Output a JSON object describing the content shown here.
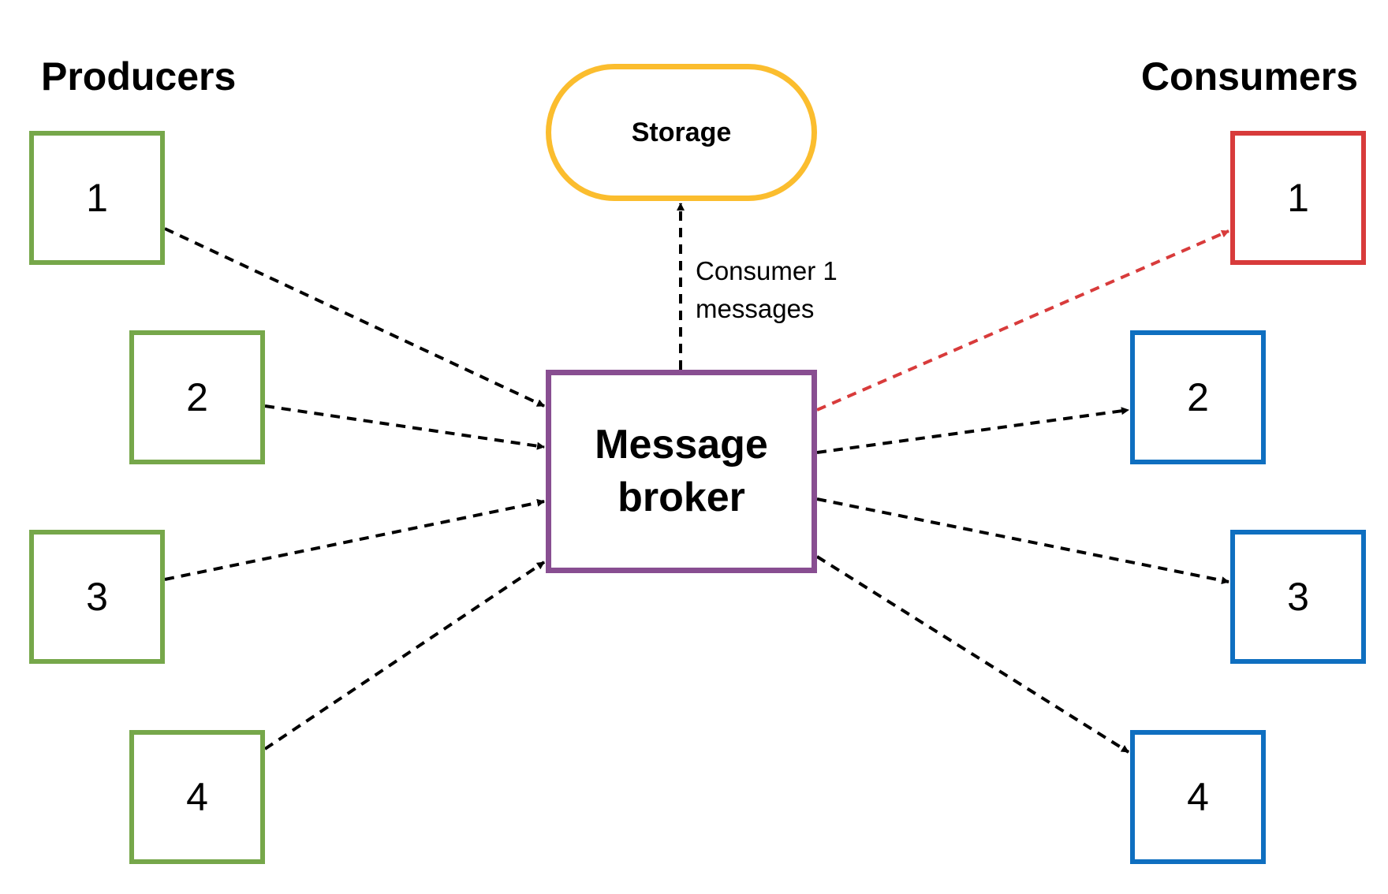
{
  "headings": {
    "producers": "Producers",
    "consumers": "Consumers"
  },
  "producers": [
    {
      "label": "1"
    },
    {
      "label": "2"
    },
    {
      "label": "3"
    },
    {
      "label": "4"
    }
  ],
  "consumers": [
    {
      "label": "1"
    },
    {
      "label": "2"
    },
    {
      "label": "3"
    },
    {
      "label": "4"
    }
  ],
  "broker": {
    "label": "Message\nbroker"
  },
  "storage": {
    "label": "Storage",
    "note": "Consumer 1\nmessages"
  },
  "colors": {
    "producer_border": "#76a74a",
    "consumer_border": "#0f6fc0",
    "highlighted_consumer_border": "#d83b3b",
    "broker_border": "#884e91",
    "storage_border": "#fbbd2e",
    "arrow_default": "#000000",
    "arrow_highlight": "#d83b3b"
  }
}
